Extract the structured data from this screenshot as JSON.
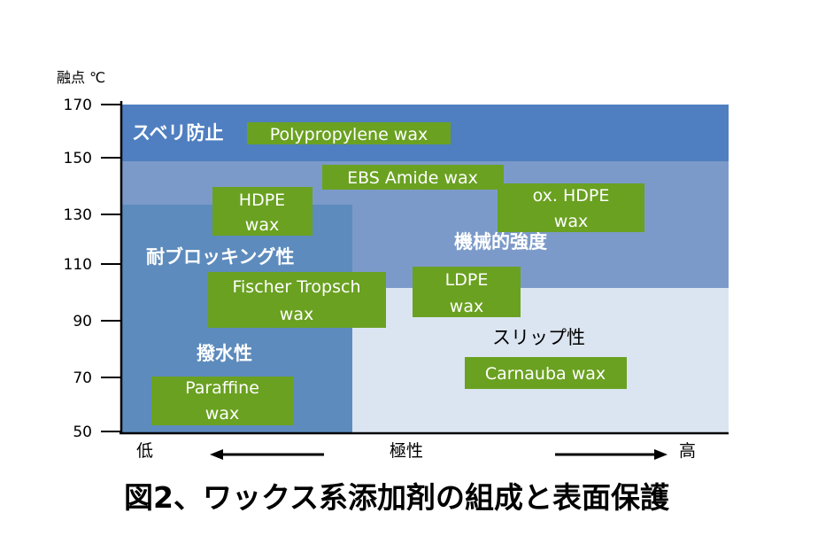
{
  "chart_data": {
    "type": "region-map",
    "y_axis_label": "融点 ℃",
    "y_ticks": [
      170,
      150,
      130,
      110,
      90,
      70,
      50
    ],
    "ylim": [
      50,
      170
    ],
    "x_axis": {
      "left_label": "低",
      "center_label": "極性",
      "right_label": "高"
    },
    "regions": [
      {
        "name": "region-slip",
        "label": "スリップ性",
        "color": "#dbe5f1"
      },
      {
        "name": "region-mechanical-strength",
        "label": "機械的強度",
        "color": "#7b9ac9"
      },
      {
        "name": "region-anti-slip",
        "label": "スベリ防止",
        "color": "#4f7fc0"
      },
      {
        "name": "region-anti-blocking",
        "label": "耐ブロッキング性",
        "color": "#5d8bbd"
      },
      {
        "name": "region-water-repellency",
        "label": "撥水性",
        "color": "#5d8bbd"
      }
    ],
    "waxes": [
      {
        "name": "polypropylene",
        "lines": [
          "Polypropylene wax"
        ]
      },
      {
        "name": "ebs-amide",
        "lines": [
          "EBS Amide wax"
        ]
      },
      {
        "name": "hdpe",
        "lines": [
          "HDPE",
          "wax"
        ]
      },
      {
        "name": "ox-hdpe",
        "lines": [
          "ox. HDPE",
          "wax"
        ]
      },
      {
        "name": "fischer-tropsch",
        "lines": [
          "Fischer Tropsch",
          "wax"
        ]
      },
      {
        "name": "ldpe",
        "lines": [
          "LDPE",
          "wax"
        ]
      },
      {
        "name": "carnauba",
        "lines": [
          "Carnauba wax"
        ]
      },
      {
        "name": "paraffine",
        "lines": [
          "Paraffine",
          "wax"
        ]
      }
    ],
    "wax_color": "#6aa121"
  },
  "caption": "図2、ワックス系添加剤の組成と表面保護"
}
